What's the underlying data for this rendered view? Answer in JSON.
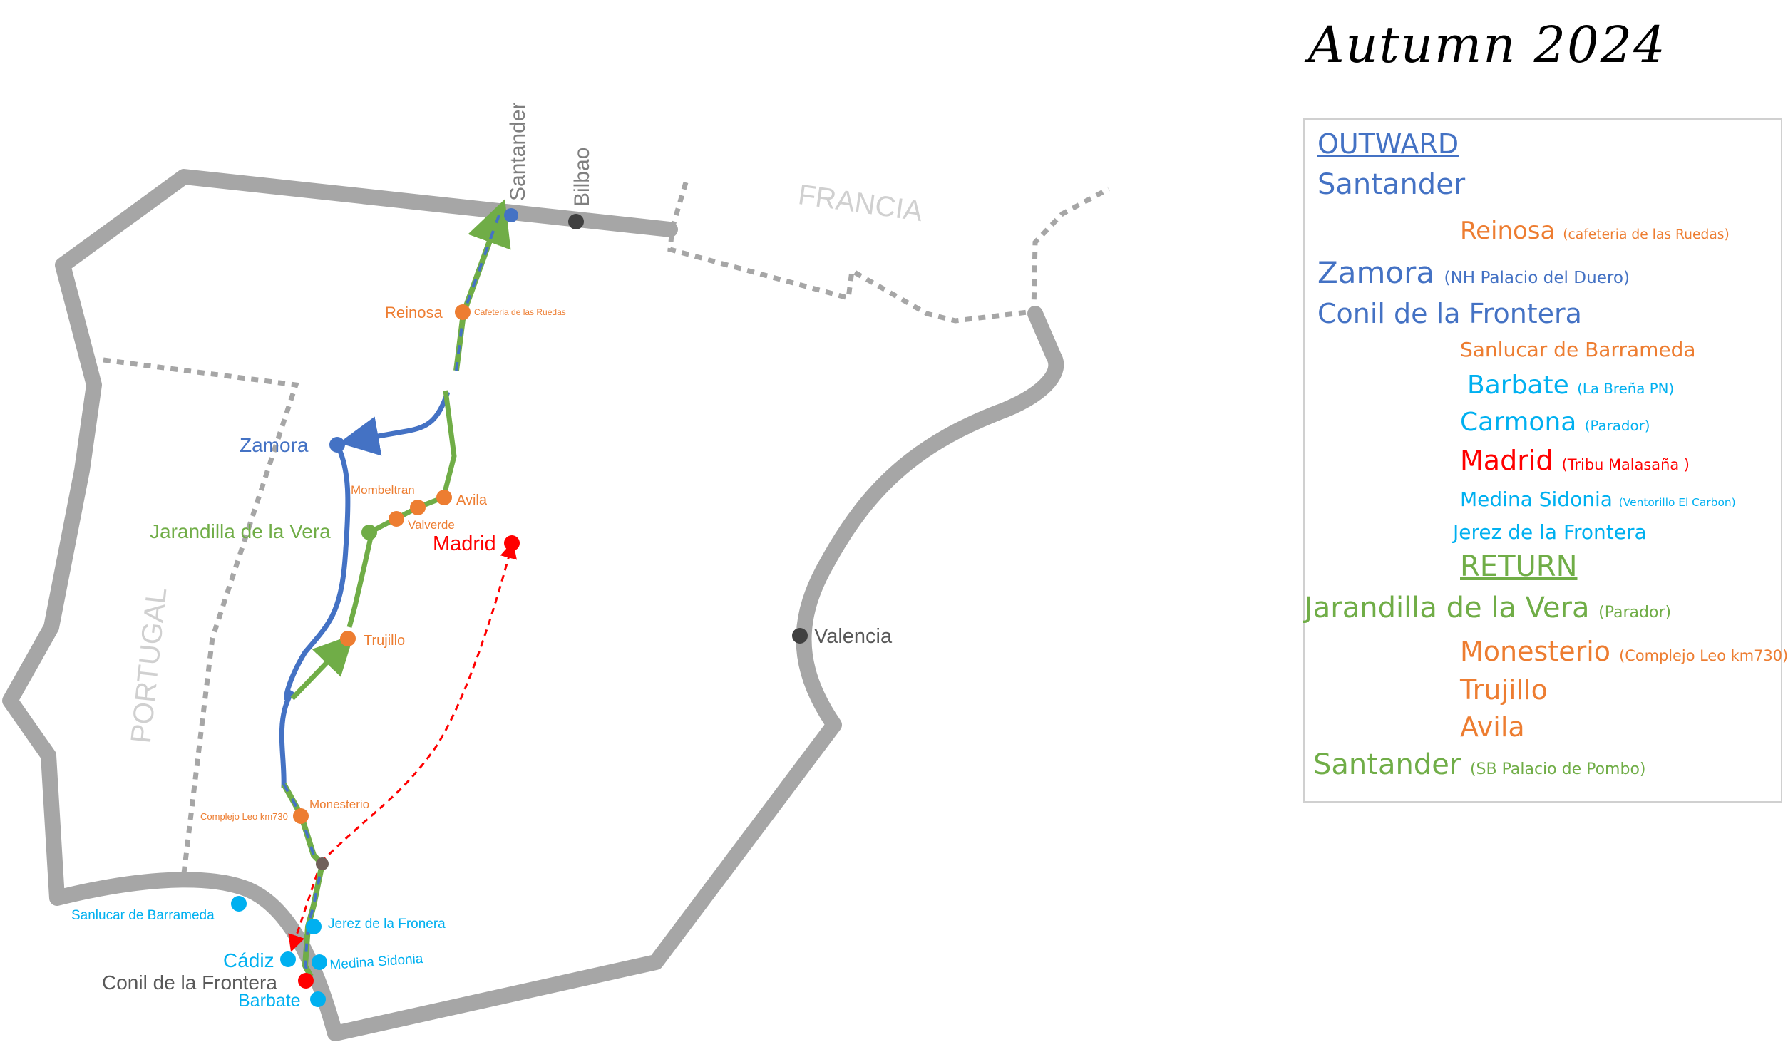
{
  "title": "Autumn 2024",
  "colors": {
    "border": "#a6a6a6",
    "frontier": "#a6a6a6",
    "outward": "#4472c4",
    "return": "#70ad47",
    "stop_orange": "#ed7d31",
    "stop_cyan": "#00b0f0",
    "madrid": "#ff0000",
    "city_grey": "#404040",
    "country_label": "#d0d0d0"
  },
  "map": {
    "countries": {
      "portugal": "PORTUGAL",
      "francia": "FRANCIA"
    },
    "cities": {
      "santander": "Santander",
      "bilbao": "Bilbao",
      "reinosa": "Reinosa",
      "reinosa_note": "Cafeteria de las Ruedas",
      "zamora": "Zamora",
      "mombeltran": "Mombeltran",
      "avila": "Avila",
      "valverde": "Valverde",
      "jarandilla": "Jarandilla de la Vera",
      "madrid": "Madrid",
      "trujillo": "Trujillo",
      "valencia": "Valencia",
      "monesterio": "Monesterio",
      "monesterio_note": "Complejo Leo km730",
      "sanlucar": "Sanlucar de Barrameda",
      "jerez": "Jerez de la Fronera",
      "cadiz": "Cádiz",
      "medina": "Medina Sidonia",
      "conil": "Conil de la Frontera",
      "barbate": "Barbate"
    }
  },
  "legend": {
    "outward_heading": "OUTWARD",
    "return_heading": "RETURN",
    "items": [
      {
        "name": "Santander",
        "note": "",
        "color": "#4472c4"
      },
      {
        "name": "Reinosa",
        "note": "(cafeteria de las Ruedas)",
        "color": "#ed7d31"
      },
      {
        "name": "Zamora",
        "note": "(NH Palacio del Duero)",
        "color": "#4472c4"
      },
      {
        "name": "Conil de la Frontera",
        "note": "",
        "color": "#4472c4"
      },
      {
        "name": "Sanlucar de Barrameda",
        "note": "",
        "color": "#ed7d31"
      },
      {
        "name": "Barbate",
        "note": "(La Breña PN)",
        "color": "#00b0f0"
      },
      {
        "name": "Carmona",
        "note": "(Parador)",
        "color": "#00b0f0"
      },
      {
        "name": "Madrid",
        "note": "(Tribu Malasaña )",
        "color": "#ff0000"
      },
      {
        "name": "Medina Sidonia",
        "note": "(Ventorillo El Carbon)",
        "color": "#00b0f0"
      },
      {
        "name": "Jerez de la Frontera",
        "note": "",
        "color": "#00b0f0"
      },
      {
        "name": "Jarandilla de la Vera",
        "note": "(Parador)",
        "color": "#70ad47"
      },
      {
        "name": "Monesterio",
        "note": "(Complejo Leo km730)",
        "color": "#ed7d31"
      },
      {
        "name": "Trujillo",
        "note": "",
        "color": "#ed7d31"
      },
      {
        "name": "Avila",
        "note": "",
        "color": "#ed7d31"
      },
      {
        "name": "Santander",
        "note": "(SB Palacio de Pombo)",
        "color": "#70ad47"
      }
    ]
  }
}
